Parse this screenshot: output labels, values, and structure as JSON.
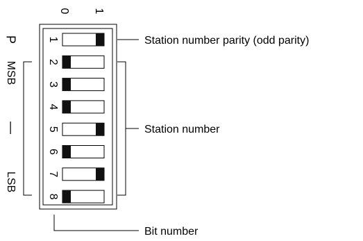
{
  "header": {
    "position_off": "0",
    "position_on": "1"
  },
  "left_labels": {
    "parity": "P",
    "msb": "MSB",
    "dash": "—",
    "lsb": "LSB"
  },
  "callouts": {
    "parity": "Station number parity (odd parity)",
    "station": "Station number",
    "bit": "Bit number"
  },
  "switches": [
    {
      "bit": "1",
      "state": 1
    },
    {
      "bit": "2",
      "state": 0
    },
    {
      "bit": "3",
      "state": 0
    },
    {
      "bit": "4",
      "state": 0
    },
    {
      "bit": "5",
      "state": 1
    },
    {
      "bit": "6",
      "state": 0
    },
    {
      "bit": "7",
      "state": 1
    },
    {
      "bit": "8",
      "state": 0
    }
  ]
}
